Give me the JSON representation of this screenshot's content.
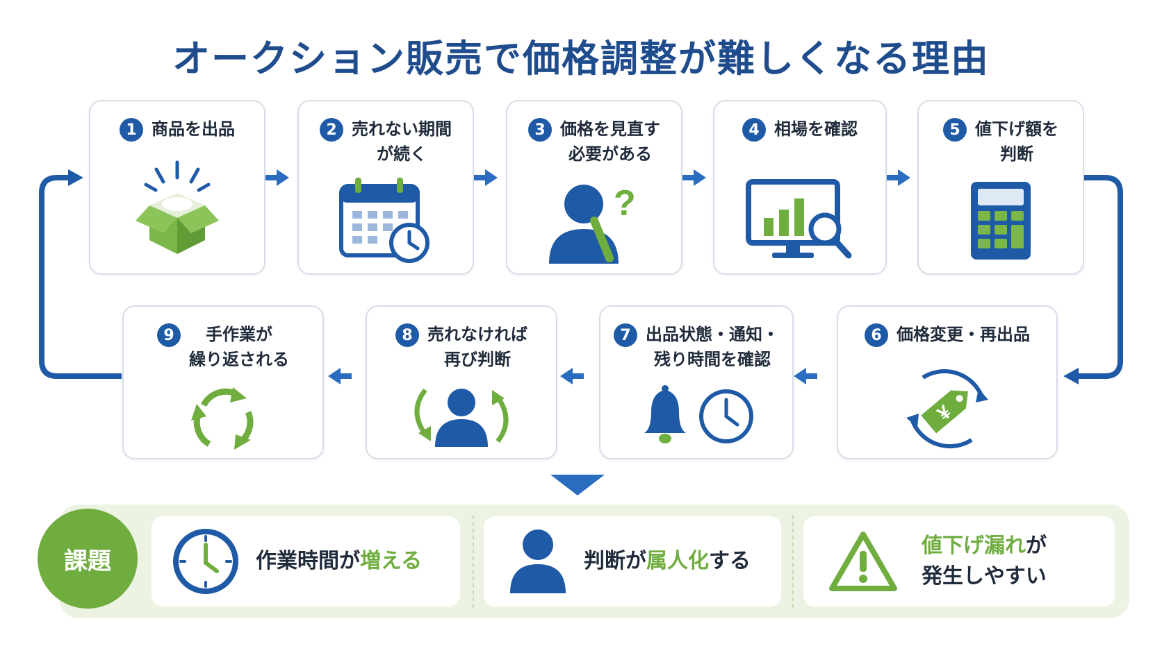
{
  "title": "オークション販売で価格調整が難しくなる理由",
  "steps": [
    {
      "num": "1",
      "line1": "商品を出品",
      "line2": "",
      "icon": "open-box-icon"
    },
    {
      "num": "2",
      "line1": "売れない期間",
      "line2": "が続く",
      "icon": "calendar-clock-icon"
    },
    {
      "num": "3",
      "line1": "価格を見直す",
      "line2": "必要がある",
      "icon": "thinking-person-icon"
    },
    {
      "num": "4",
      "line1": "相場を確認",
      "line2": "",
      "icon": "monitor-chart-icon"
    },
    {
      "num": "5",
      "line1": "値下げ額を",
      "line2": "判断",
      "icon": "calculator-icon"
    },
    {
      "num": "6",
      "line1": "価格変更・再出品",
      "line2": "",
      "icon": "price-tag-cycle-icon"
    },
    {
      "num": "7",
      "line1": "出品状態・通知・",
      "line2": "残り時間を確認",
      "icon": "bell-clock-icon"
    },
    {
      "num": "8",
      "line1": "売れなければ",
      "line2": "再び判断",
      "icon": "person-cycle-icon"
    },
    {
      "num": "9",
      "line1": "手作業が",
      "line2": "繰り返される",
      "icon": "repeat-arrows-icon"
    }
  ],
  "issues": {
    "label": "課題",
    "items": [
      {
        "pre": "作業時間が",
        "hl": "増える",
        "post": "",
        "line2": "",
        "icon": "clock-icon"
      },
      {
        "pre": "判断が",
        "hl": "属人化",
        "post": "する",
        "line2": "",
        "icon": "person-icon"
      },
      {
        "pre": "",
        "hl": "値下げ漏れ",
        "post": "が",
        "line2": "発生しやすい",
        "icon": "warning-icon"
      }
    ]
  },
  "colors": {
    "navy": "#1f5aa6",
    "title": "#1f4c8c",
    "green": "#6fad3f",
    "band": "#edf3e3"
  },
  "symbols": {
    "yen": "¥",
    "question": "?"
  }
}
